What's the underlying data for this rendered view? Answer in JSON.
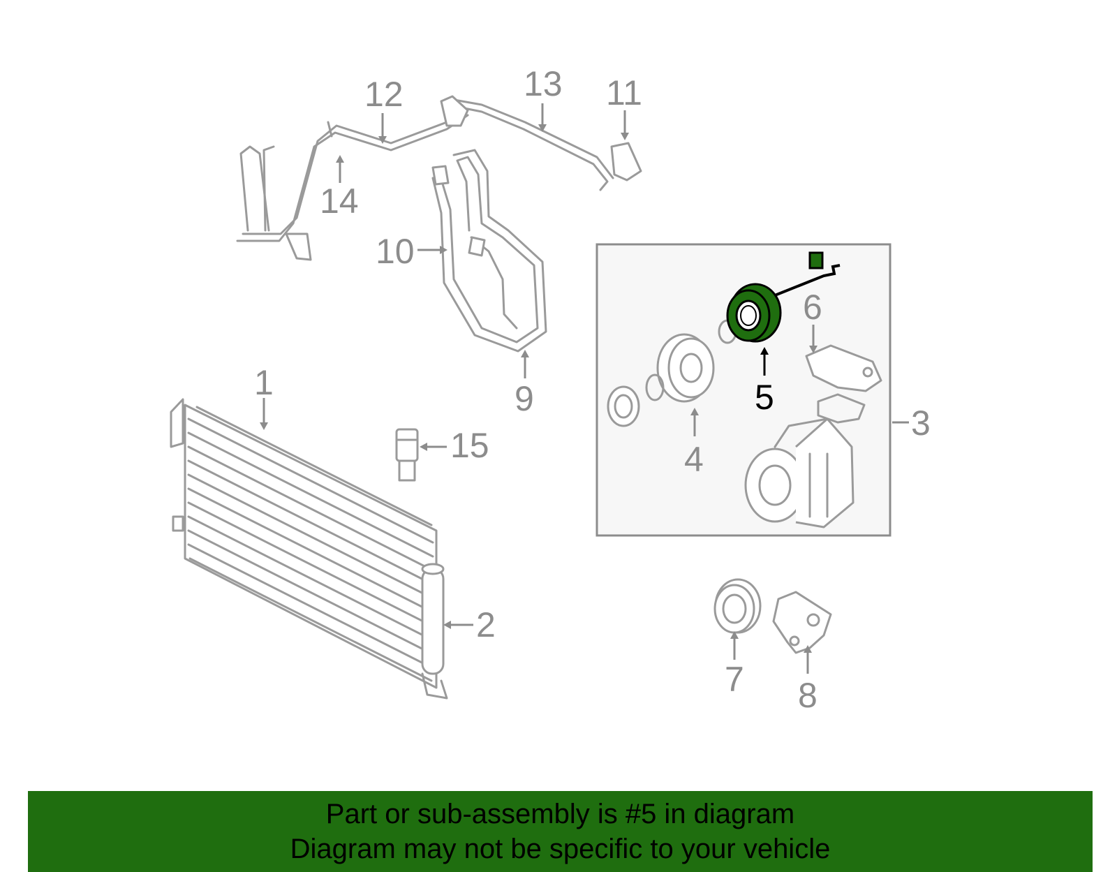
{
  "callouts": {
    "c1": "1",
    "c2": "2",
    "c3": "3",
    "c4": "4",
    "c5": "5",
    "c6": "6",
    "c7": "7",
    "c8": "8",
    "c9": "9",
    "c10": "10",
    "c11": "11",
    "c12": "12",
    "c13": "13",
    "c14": "14",
    "c15": "15"
  },
  "highlighted_part": "5",
  "colors": {
    "highlight_part": "#1f6e0f",
    "banner": "#1f6e0f",
    "line_art": "#9a9a9a"
  },
  "banner": {
    "line1": "Part or sub-assembly is #5 in diagram",
    "line2": "Diagram may not be specific to your vehicle"
  }
}
